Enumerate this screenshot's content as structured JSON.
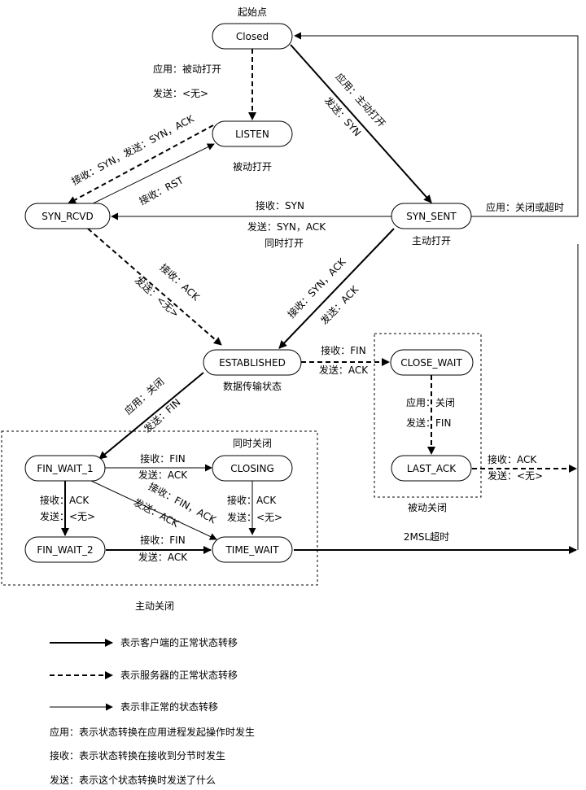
{
  "states": {
    "closed": "Closed",
    "listen": "LISTEN",
    "syn_rcvd": "SYN_RCVD",
    "syn_sent": "SYN_SENT",
    "established": "ESTABLISHED",
    "close_wait": "CLOSE_WAIT",
    "last_ack": "LAST_ACK",
    "fin_wait_1": "FIN_WAIT_1",
    "closing": "CLOSING",
    "fin_wait_2": "FIN_WAIT_2",
    "time_wait": "TIME_WAIT"
  },
  "captions": {
    "start": "起始点",
    "passive_open": "被动打开",
    "active_open": "主动打开",
    "simultaneous_open": "同时打开",
    "data_transfer": "数据传输状态",
    "simultaneous_close": "同时关闭",
    "passive_close": "被动关闭",
    "active_close": "主动关闭",
    "two_msl": "2MSL超时"
  },
  "labels": {
    "closed_listen_1": "应用：被动打开",
    "closed_listen_2": "发送：<无>",
    "closed_synsent_1": "应用：主动打开",
    "closed_synsent_2": "发送：SYN",
    "listen_synrcvd": "接收：SYN，发送：SYN，ACK",
    "synrcvd_listen": "接收：RST",
    "synsent_synrcvd_1": "接收：SYN",
    "synsent_synrcvd_2": "发送：SYN，ACK",
    "synsent_closed": "应用：关闭或超时",
    "synrcvd_est_1": "接收：ACK",
    "synrcvd_est_2": "发送：<无>",
    "synsent_est_1": "接收：SYN，ACK",
    "synsent_est_2": "发送：ACK",
    "est_closewait_1": "接收：FIN",
    "est_closewait_2": "发送：ACK",
    "closewait_lastack_1": "应用：关闭",
    "closewait_lastack_2": "发送：FIN",
    "lastack_closed_1": "接收：ACK",
    "lastack_closed_2": "发送：<无>",
    "est_finwait1_1": "应用：关闭",
    "est_finwait1_2": "发送：FIN",
    "finwait1_closing_1": "接收：FIN",
    "finwait1_closing_2": "发送：ACK",
    "finwait1_finwait2_1": "接收：ACK",
    "finwait1_finwait2_2": "发送：<无>",
    "finwait1_timewait_1": "接收：FIN，ACK",
    "finwait1_timewait_2": "发送：ACK",
    "closing_timewait_1": "接收：ACK",
    "closing_timewait_2": "发送：<无>",
    "finwait2_timewait_1": "接收：FIN",
    "finwait2_timewait_2": "发送：ACK"
  },
  "legend": {
    "client_normal": "表示客户端的正常状态转移",
    "server_normal": "表示服务器的正常状态转移",
    "abnormal": "表示非正常的状态转移",
    "app_note": "应用：表示状态转换在应用进程发起操作时发生",
    "recv_note": "接收：表示状态转换在接收到分节时发生",
    "send_note": "发送：表示这个状态转换时发送了什么"
  }
}
